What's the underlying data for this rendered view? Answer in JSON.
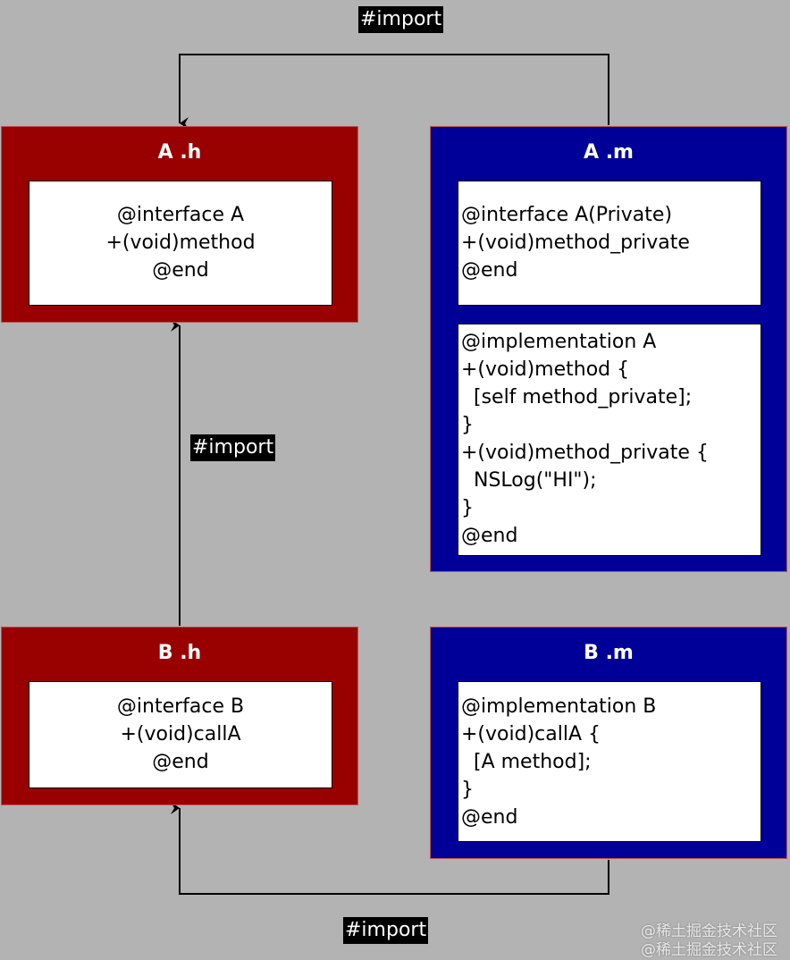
{
  "boxes": {
    "a_h": {
      "title": "A .h",
      "panel": [
        "@interface A",
        "+(void)method",
        "@end"
      ]
    },
    "a_m": {
      "title": "A .m",
      "panel_top": [
        "@interface A(Private)",
        "+(void)method_private",
        "@end"
      ],
      "panel_bottom": [
        "@implementation A",
        "+(void)method {",
        "  [self method_private];",
        "}",
        "+(void)method_private {",
        "  NSLog(\"HI\");",
        "}",
        "@end"
      ]
    },
    "b_h": {
      "title": "B .h",
      "panel": [
        "@interface B",
        "+(void)callA",
        "@end"
      ]
    },
    "b_m": {
      "title": "B .m",
      "panel": [
        "@implementation B",
        "+(void)callA {",
        "  [A method];",
        "}",
        "@end"
      ]
    }
  },
  "edges": {
    "am_to_ah": "#import",
    "bh_to_ah": "#import",
    "bm_to_bh": "#import"
  },
  "colors": {
    "background": "#b3b3b3",
    "header_box": "#990000",
    "impl_box": "#000099",
    "panel": "#ffffff",
    "label_bg": "#000000"
  },
  "watermark": [
    "@稀土掘金技术社区",
    "@稀土掘金技术社区"
  ]
}
